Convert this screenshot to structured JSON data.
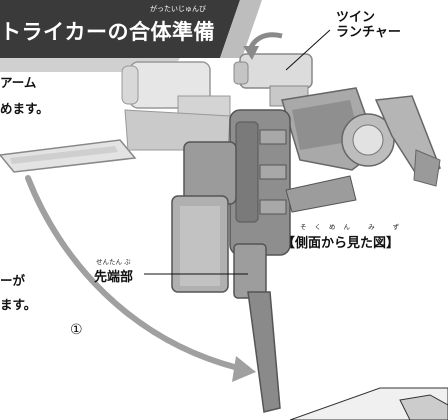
{
  "banner": {
    "title": "トライカーの合体準備",
    "title_ruby": "がったいじゅんび",
    "bg_color": "#3a3a3a",
    "accent_color": "#c8c8c8"
  },
  "labels": {
    "twin_launcher_line1": "ツイン",
    "twin_launcher_line2": "ランチャー",
    "side_view": "【側面から見た図】",
    "side_view_ruby": "そくめん  み  ず",
    "tip": "先端部",
    "tip_ruby": "せんたん ぶ",
    "step": "①"
  },
  "left_text": {
    "line1": "アーム",
    "line2": "めます。",
    "line3": "ーが",
    "line4": "ます。"
  },
  "icons": [
    "rotate-arrow-icon",
    "curved-arrow-icon"
  ]
}
